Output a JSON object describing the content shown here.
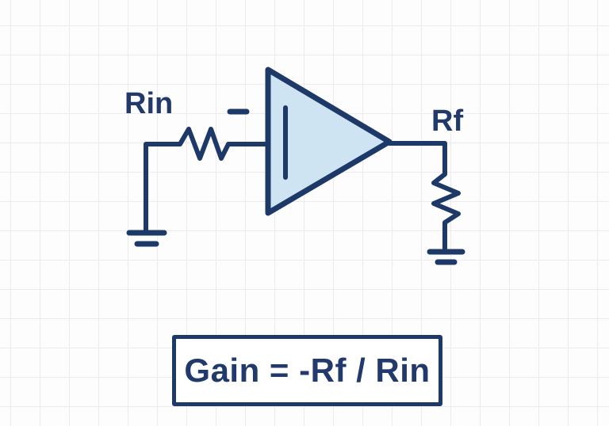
{
  "diagram": {
    "labels": {
      "rin": "Rin",
      "rf": "Rf"
    },
    "formula": "Gain = -Rf / Rin",
    "icons": {
      "minus_icon": "−",
      "ground_icon": "⏚",
      "opamp_inner_bar_icon": "|"
    },
    "colors": {
      "stroke": "#1d3968",
      "fill": "#cfe4f3",
      "text": "#21396b",
      "background": "#fdfdfd",
      "grid": "#f0e9ee",
      "box_background": "#ffffff"
    }
  }
}
